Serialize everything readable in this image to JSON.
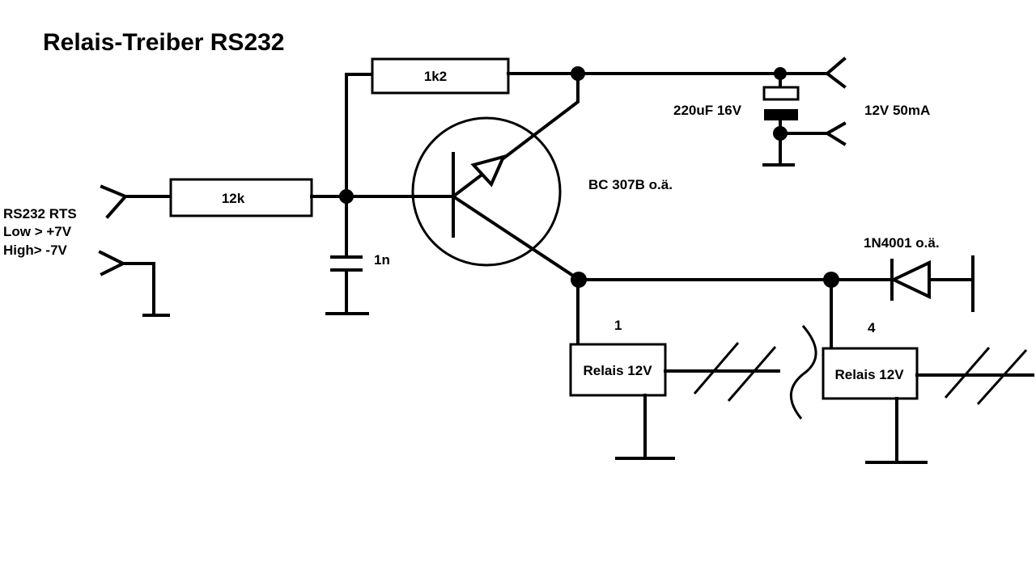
{
  "title": "Relais-Treiber RS232",
  "components": {
    "r_base": "12k",
    "r_pullup": "1k2",
    "c_filter": "1n",
    "c_supply": "220uF 16V",
    "transistor": "BC 307B o.ä.",
    "diode": "1N4001 o.ä.",
    "relay_1": "Relais 12V",
    "relay_4": "Relais 12V"
  },
  "input": {
    "line1": "RS232 RTS",
    "line2": "Low > +7V",
    "line3": "High> -7V"
  },
  "supply": "12V 50mA",
  "relay_numbers": {
    "first": "1",
    "last": "4"
  },
  "colors": {
    "ink": "#000000",
    "background": "#ffffff"
  }
}
